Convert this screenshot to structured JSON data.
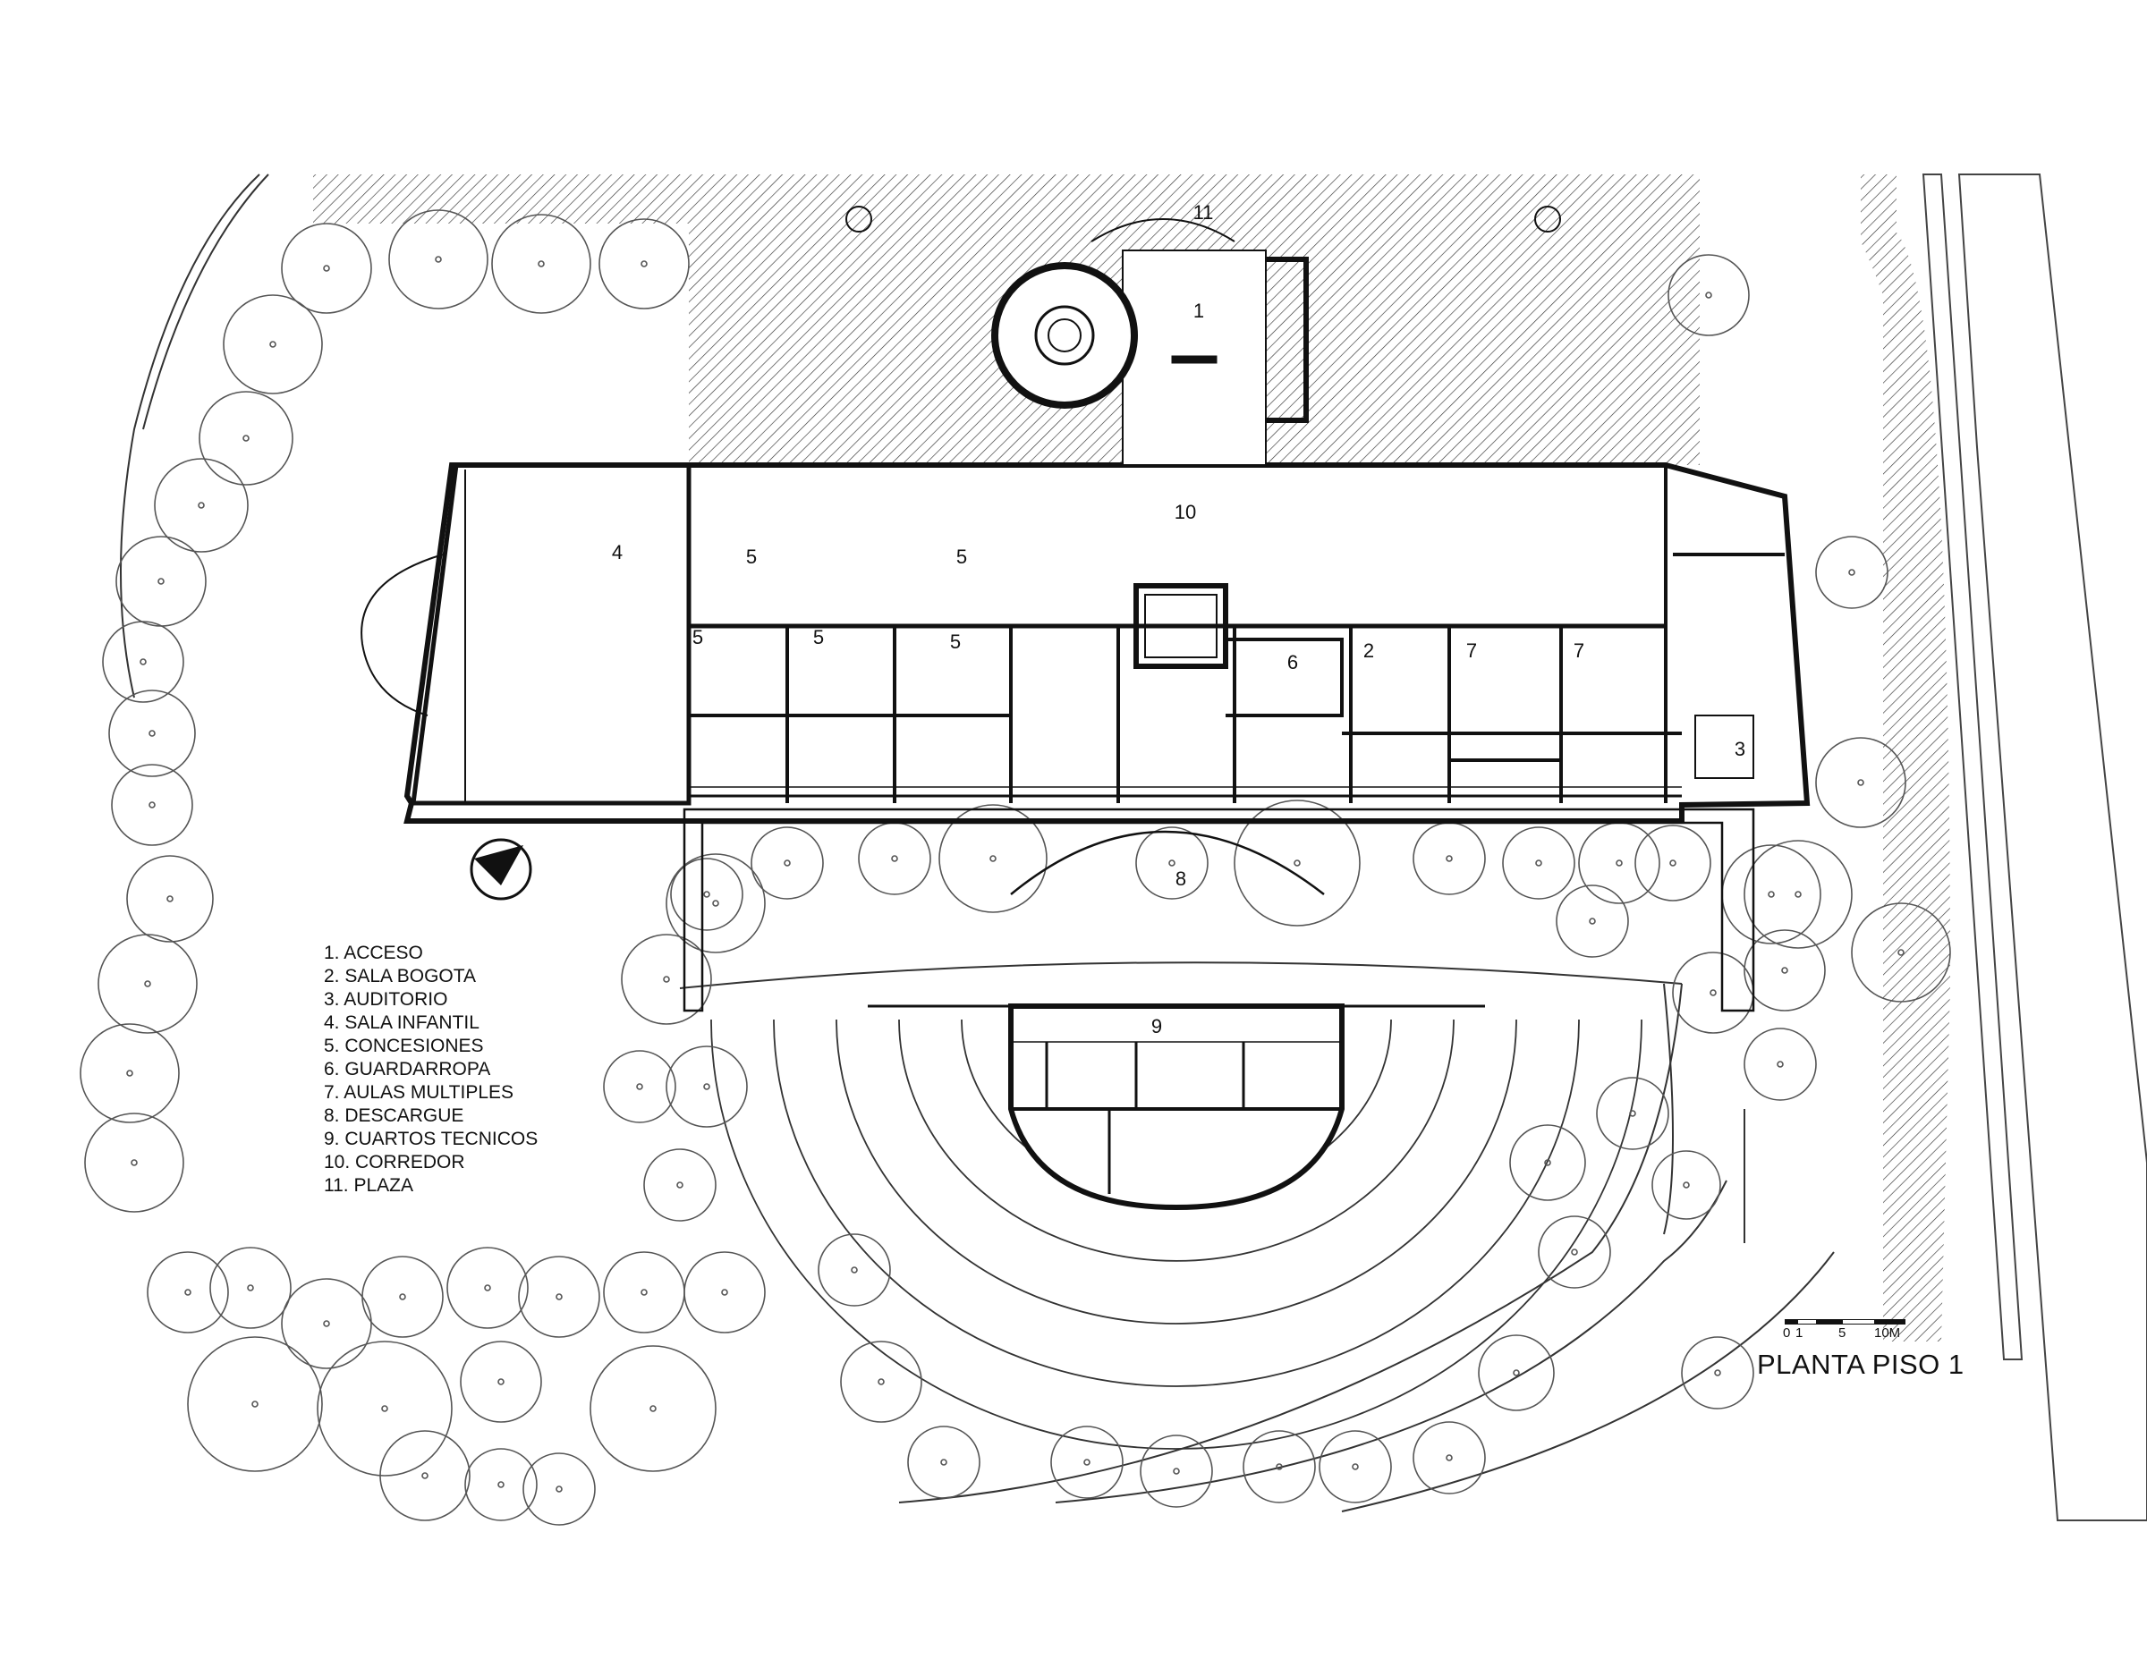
{
  "drawing": {
    "title": "PLANTA PISO 1",
    "scale_labels": [
      "0",
      "1",
      "5",
      "10M"
    ],
    "north_arrow": "north-arrow-icon"
  },
  "room_labels": [
    "1",
    "2",
    "3",
    "4",
    "5",
    "5",
    "5",
    "5",
    "5",
    "6",
    "7",
    "7",
    "8",
    "9",
    "10",
    "11"
  ],
  "legend": [
    "1. ACCESO",
    "2. SALA BOGOTA",
    "3. AUDITORIO",
    "4. SALA INFANTIL",
    "5. CONCESIONES",
    "6. GUARDARROPA",
    "7. AULAS MULTIPLES",
    "8. DESCARGUE",
    "9. CUARTOS TECNICOS",
    "10. CORREDOR",
    "11. PLAZA"
  ],
  "colors": {
    "ink": "#111111",
    "paper": "#ffffff"
  }
}
